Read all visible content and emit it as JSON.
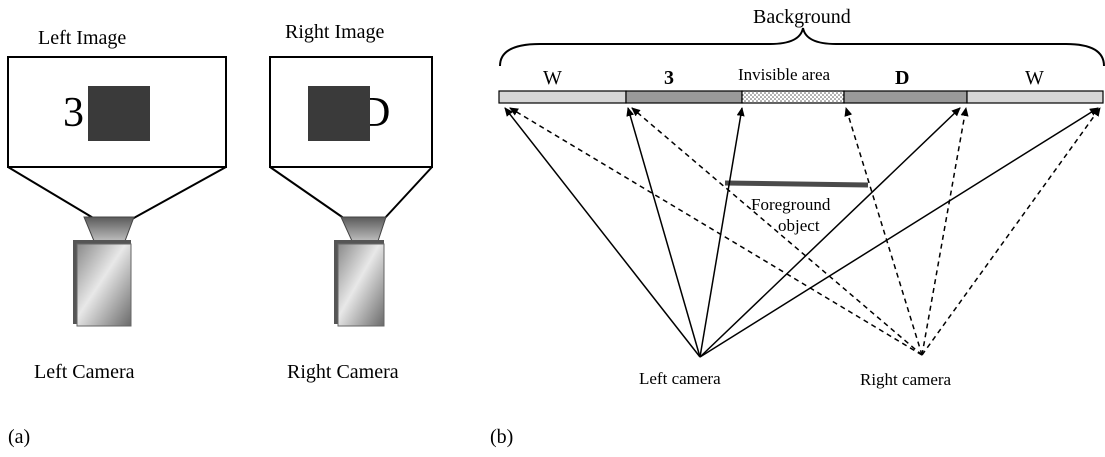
{
  "panel_a": {
    "left_image_title": "Left Image",
    "right_image_title": "Right Image",
    "left_image_char": "3",
    "right_image_char": "D",
    "left_camera_label": "Left Camera",
    "right_camera_label": "Right Camera",
    "caption": "(a)"
  },
  "panel_b": {
    "background_label": "Background",
    "segments": {
      "w_left": "W",
      "three": "3",
      "invisible": "Invisible area",
      "d": "D",
      "w_right": "W"
    },
    "foreground_line1": "Foreground",
    "foreground_line2": "object",
    "left_camera_label": "Left camera",
    "right_camera_label": "Right camera",
    "caption": "(b)"
  },
  "colors": {
    "dark_block": "#3a3a3a",
    "mid_gray": "#9a9a9a",
    "light_gray": "#d6d6d6",
    "foreground_bar": "#4a4a4a"
  }
}
